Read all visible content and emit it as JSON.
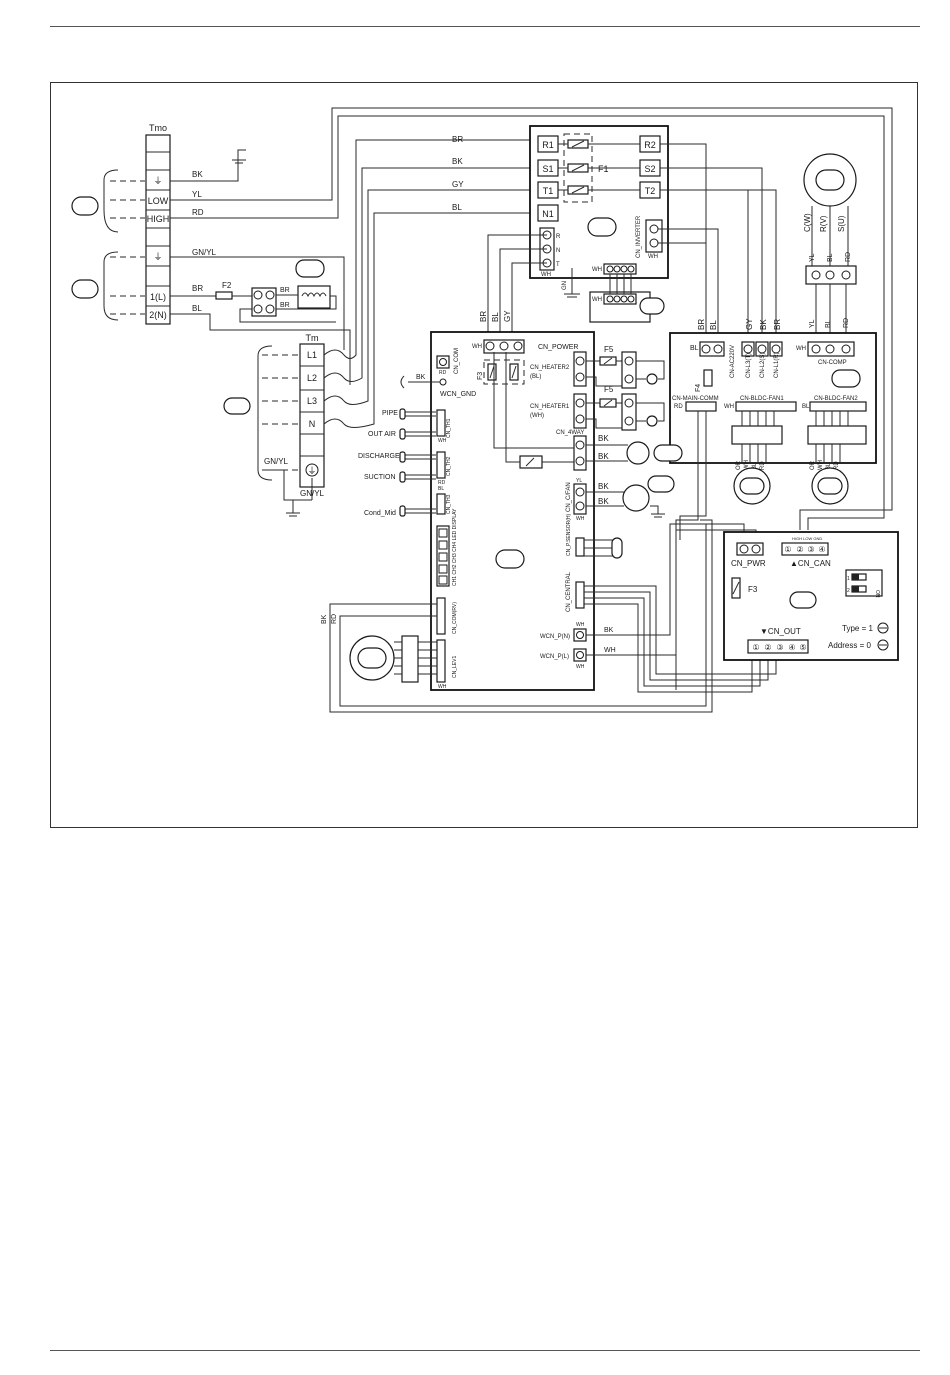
{
  "terminal_tmo": {
    "title": "Tmo",
    "terminals": [
      "⏚",
      "LOW",
      "HIGH",
      "⏚",
      "1(L)",
      "2(N)"
    ]
  },
  "terminal_tm": {
    "title": "Tm",
    "terminals": [
      "L1",
      "L2",
      "L3",
      "N",
      "⏚"
    ]
  },
  "wire_colors": {
    "tmo_bk": "BK",
    "tmo_yl": "YL",
    "tmo_rd": "RD",
    "tmo_gnyl": "GN/YL",
    "tmo_br": "BR",
    "tmo_bl": "BL",
    "top_br": "BR",
    "top_bk": "BK",
    "top_gy": "GY",
    "top_bl": "BL",
    "heater_br1": "BR",
    "heater_br2": "BR",
    "tm_gnyl": "GN/YL",
    "tm_gnyl2": "GN/YL",
    "power_br": "BR",
    "power_bl": "BL",
    "power_gy": "GY",
    "wcn_bk": "BK",
    "way_bk": "BK",
    "way_bk2": "BK",
    "fan_bk": "BK",
    "fan_bk2": "BK",
    "lev_bk": "BK",
    "lev_rd": "RD",
    "wcnp_bk": "BK",
    "wcnp_wh": "WH",
    "inv_br": "BR",
    "inv_bl": "BL",
    "inv_gy": "GY",
    "inv_bk": "BK",
    "inv_br2": "BR",
    "comp_yl": "YL",
    "comp_bl": "BL",
    "comp_rd": "RD",
    "comp_yl2": "YL",
    "comp_bl2": "BL",
    "comp_rd2": "RD",
    "fan1": [
      "OR",
      "WH",
      "BL",
      "RD"
    ],
    "fan2": [
      "OR",
      "WH",
      "BL",
      "RD"
    ]
  },
  "noise_filter": {
    "left_terms": [
      "R1",
      "S1",
      "T1",
      "N1"
    ],
    "right_terms": [
      "R2",
      "S2",
      "T2"
    ],
    "fuse": "F1",
    "rst": [
      "R",
      "N",
      "T"
    ],
    "rst_color": "WH",
    "cn_inverter": "CN_INVERTER",
    "inverter_color": "WH",
    "small_wh": "WH",
    "gnd_label": "GN"
  },
  "fuses": {
    "f2": "F2",
    "f3": "F3",
    "f4": "F4",
    "f5a": "F5",
    "f5b": "F5",
    "f3b": "F3"
  },
  "main_pcb": {
    "cn_power": "CN_POWER",
    "power_wh": "WH",
    "cn_com": "CN_COM",
    "com_rd": "RD",
    "wcn_gnd": "WCN_GND",
    "cn_heater2": "CN_HEATER2",
    "heater2_color": "(BL)",
    "cn_heater1": "CN_HEATER1",
    "heater1_color": "(WH)",
    "cn_4way": "CN_4WAY",
    "cn_cfan": "CN_C/FAN",
    "cfan_yl": "YL",
    "cfan_wh": "WH",
    "cn_th1": "CN_TH1",
    "th1_wh": "WH",
    "cn_th2": "CN_TH2",
    "th2_rd": "RD",
    "cn_th3": "CN_TH3",
    "th3_bl": "BL",
    "cn_psensor": "CN_P.SENSOR(H)",
    "cn_central": "CN_CENTRAL",
    "cn_comrv": "CN_COM(RV)",
    "cn_lev1": "CN_LEV1",
    "lev1_wh": "WH",
    "wcn_pn": "WCN_P(N)",
    "wcn_pl": "WCN_P(L)",
    "pn_wh": "WH",
    "pl_wh": "WH",
    "dip_labels": "CH1 CH2 CH3 CH4 LED DISPLAY"
  },
  "sensors": {
    "pipe": "PIPE",
    "out_air": "OUT AIR",
    "discharge": "DISCHARGE",
    "suction": "SUCTION",
    "cond_mid": "Cond_Mid"
  },
  "inverter_pcb": {
    "bl": "BL",
    "cn_ac220": "CN-AC220V",
    "cn_l3": "CN-L3(T)",
    "cn_l2": "CN-L2(S)",
    "cn_l1": "CN-L1(R)",
    "cn_comp": "CN-COMP",
    "comp_wh": "WH",
    "cn_main_comm": "CN-MAIN-COMM",
    "main_comm_rd": "RD",
    "cn_fan1": "CN-BLDC-FAN1",
    "fan1_wh": "WH",
    "cn_fan2": "CN-BLDC-FAN2",
    "fan2_bl": "BL"
  },
  "compressor": {
    "terms": [
      "C(W)",
      "R(V)",
      "S(U)"
    ]
  },
  "comm_pcb": {
    "cn_pwr": "CN_PWR",
    "cn_can": "▲CN_CAN",
    "can_pins": "HIGH LOW GND",
    "can_nums": [
      "①",
      "②",
      "③",
      "④"
    ],
    "fuse": "F3",
    "dip_on": "ON",
    "dip_nums": [
      "1",
      "2"
    ],
    "type_label": "Type = 1",
    "address_label": "Address = 0",
    "cn_out": "▼CN_OUT",
    "out_nums": [
      "①",
      "②",
      "③",
      "④",
      "⑤"
    ]
  }
}
